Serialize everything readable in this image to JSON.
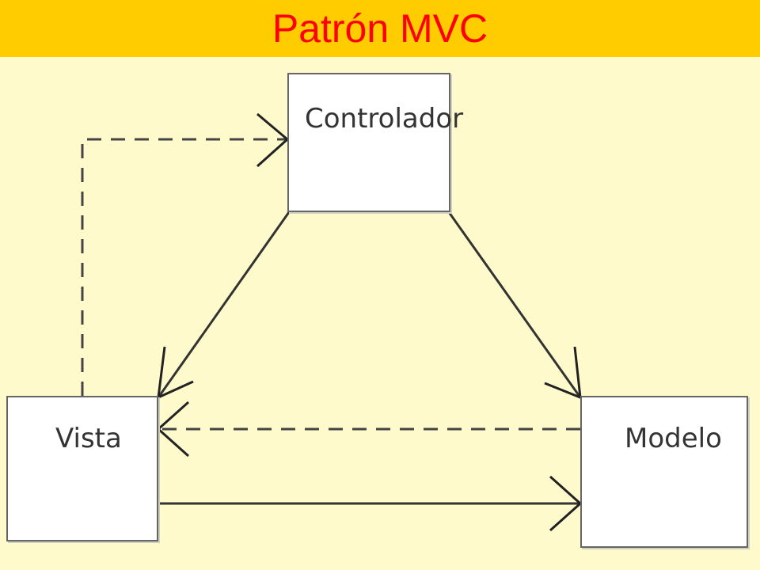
{
  "title": "Patrón MVC",
  "diagram": {
    "nodes": {
      "controlador": "Controlador",
      "vista": "Vista",
      "modelo": "Modelo"
    }
  },
  "colors": {
    "title_bar": "#ffcc00",
    "title_text": "#ff0000",
    "background": "#fffacc",
    "line": "#333333"
  }
}
